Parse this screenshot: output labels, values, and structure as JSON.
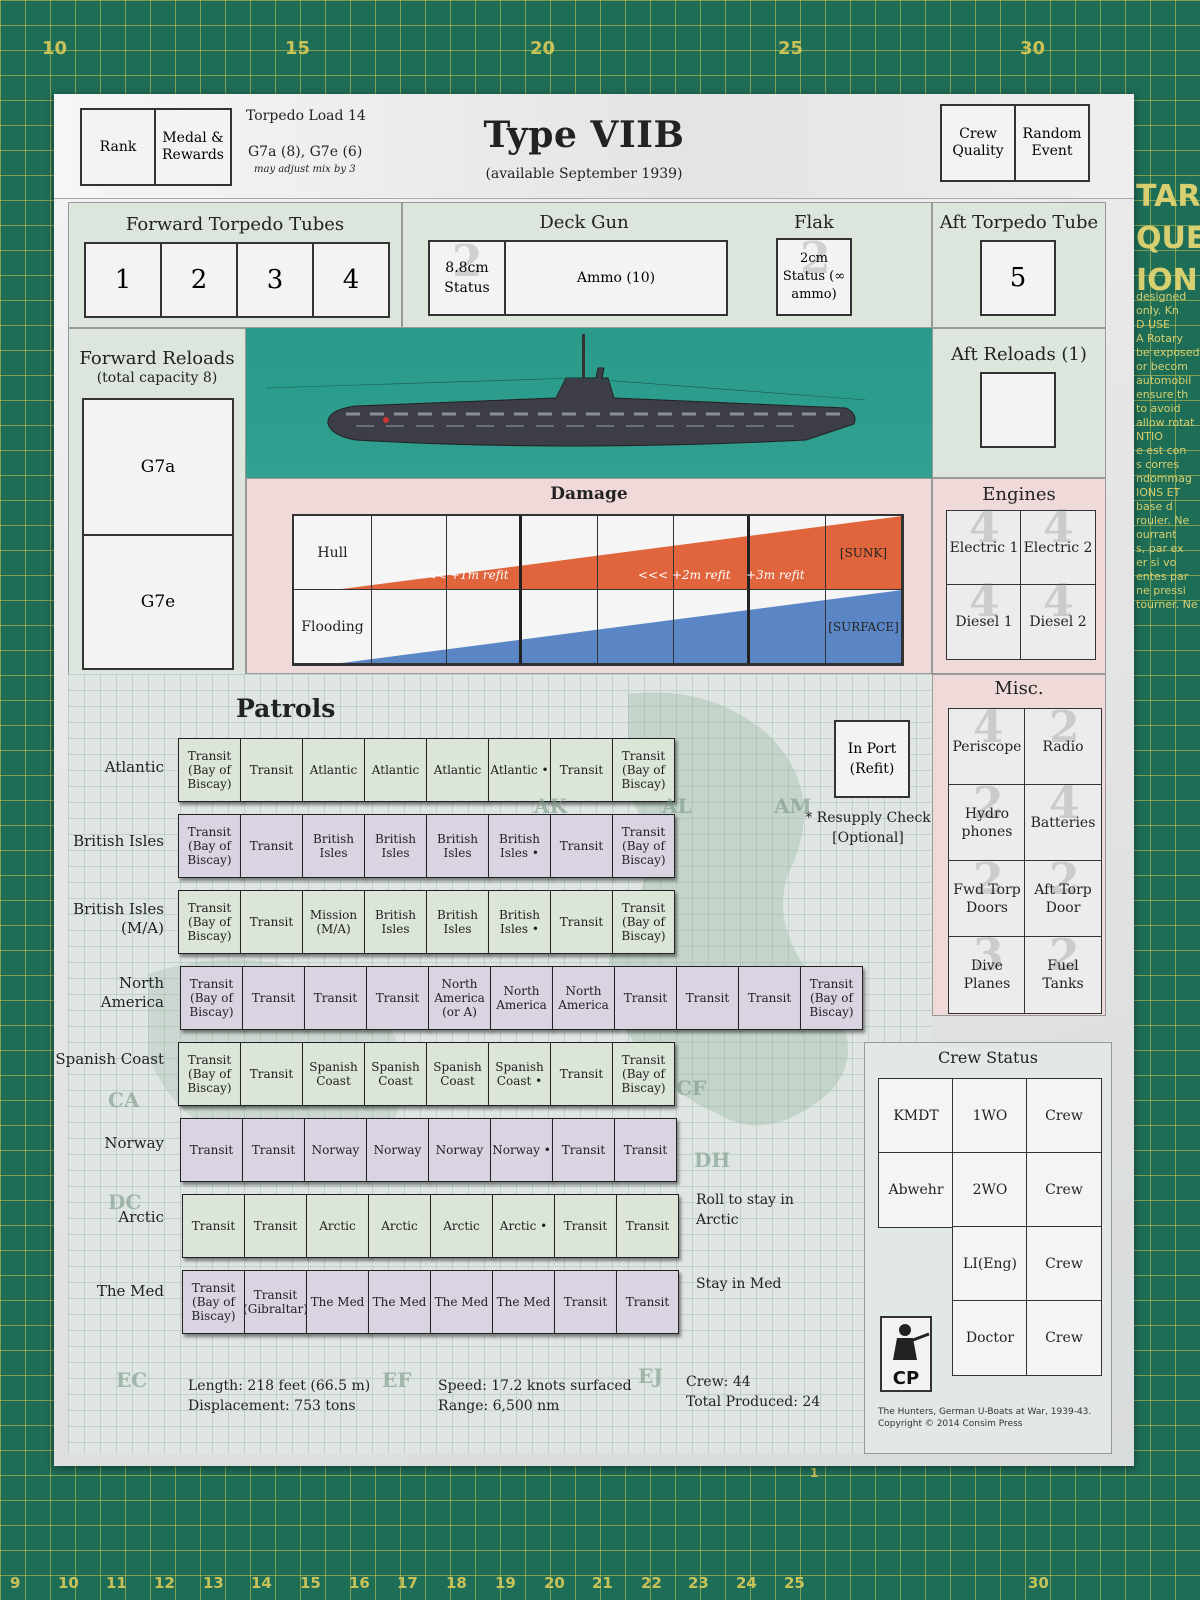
{
  "mat": {
    "top_numbers": [
      "10",
      "15",
      "20",
      "25",
      "30"
    ],
    "bottom_numbers": [
      "9",
      "10",
      "11",
      "12",
      "13",
      "14",
      "15",
      "16",
      "17",
      "18",
      "19",
      "20",
      "21",
      "22",
      "23",
      "24",
      "25",
      "30"
    ],
    "side_text": [
      "TAR",
      "QUE",
      "ION",
      "designed",
      "only. Kn",
      "D USE",
      "A Rotary",
      "be exposed",
      "or becom",
      "automobil",
      "ensure th",
      "to avoid",
      "allow rotat",
      "NTIO",
      "e est con",
      "s corres",
      "ndommag",
      "IONS ET",
      "base d",
      "rouler. Ne",
      "ourrant",
      "s, par ex",
      "er si vo",
      "entes par",
      "ne pressi",
      "tourner. Ne"
    ],
    "bottom_small": "1"
  },
  "header": {
    "rank": "Rank",
    "medal": "Medal & Rewards",
    "torpedo_load": "Torpedo Load 14",
    "torpedo_mix": "G7a (8), G7e (6)",
    "torpedo_note": "may adjust mix by 3",
    "title": "Type VIIB",
    "subtitle": "(available September 1939)",
    "crew_quality": "Crew Quality",
    "random_event": "Random Event"
  },
  "forward_tubes": {
    "title": "Forward Torpedo Tubes",
    "tubes": [
      "1",
      "2",
      "3",
      "4"
    ]
  },
  "deck_gun": {
    "title": "Deck Gun",
    "status": "8.8cm Status",
    "ammo": "Ammo (10)",
    "ghost": "2"
  },
  "flak": {
    "title": "Flak",
    "status": "2cm Status (∞ ammo)",
    "ghost": "2"
  },
  "aft_tube": {
    "title": "Aft Torpedo Tube",
    "tube": "5"
  },
  "forward_reloads": {
    "title": "Forward Reloads",
    "capacity": "(total capacity 8)",
    "g7a": "G7a",
    "g7e": "G7e"
  },
  "aft_reloads": {
    "title": "Aft Reloads (1)"
  },
  "damage": {
    "title": "Damage",
    "hull": "Hull",
    "flooding": "Flooding",
    "sunk": "[SUNK]",
    "surface": "[SURFACE]",
    "refit1": "<<< +1m refit",
    "refit2": "<<< +2m refit",
    "refit3": "+3m refit",
    "colors": {
      "hull": "#e0643c",
      "flood": "#5b86c6"
    }
  },
  "engines": {
    "title": "Engines",
    "items": [
      "Electric 1",
      "Electric 2",
      "Diesel 1",
      "Diesel 2"
    ],
    "ghost": "4"
  },
  "misc": {
    "title": "Misc.",
    "items": [
      "Periscope",
      "Radio",
      "Hydro phones",
      "Batteries",
      "Fwd Torp Doors",
      "Aft Torp Door",
      "Dive Planes",
      "Fuel Tanks"
    ],
    "ghosts": [
      "4",
      "2",
      "2",
      "4",
      "2",
      "2",
      "3",
      "2"
    ]
  },
  "patrols": {
    "title": "Patrols",
    "in_port": "In Port (Refit)",
    "resupply": "* Resupply Check [Optional]",
    "roll_arctic": "Roll to stay in Arctic",
    "stay_med": "Stay in Med",
    "map_labels": [
      "AK",
      "AL",
      "AM",
      "CA",
      "CF",
      "DH",
      "DC",
      "EC",
      "EF",
      "EJ"
    ],
    "rows": [
      {
        "label": "Atlantic",
        "cells": [
          "Transit (Bay of Biscay)",
          "Transit",
          "Atlantic",
          "Atlantic",
          "Atlantic",
          "Atlantic •",
          "Transit",
          "Transit (Bay of Biscay)"
        ],
        "shade": "g"
      },
      {
        "label": "British Isles",
        "cells": [
          "Transit (Bay of Biscay)",
          "Transit",
          "British Isles",
          "British Isles",
          "British Isles",
          "British Isles •",
          "Transit",
          "Transit (Bay of Biscay)"
        ],
        "shade": "p"
      },
      {
        "label": "British Isles (M/A)",
        "cells": [
          "Transit (Bay of Biscay)",
          "Transit",
          "Mission (M/A)",
          "British Isles",
          "British Isles",
          "British Isles •",
          "Transit",
          "Transit (Bay of Biscay)"
        ],
        "shade": "g"
      },
      {
        "label": "North America",
        "cells": [
          "Transit (Bay of Biscay)",
          "Transit",
          "Transit",
          "Transit",
          "North America (or A)",
          "North America",
          "North America",
          "Transit",
          "Transit",
          "Transit",
          "Transit (Bay of Biscay)"
        ],
        "shade": "p"
      },
      {
        "label": "Spanish Coast",
        "cells": [
          "Transit (Bay of Biscay)",
          "Transit",
          "Spanish Coast",
          "Spanish Coast",
          "Spanish Coast",
          "Spanish Coast •",
          "Transit",
          "Transit (Bay of Biscay)"
        ],
        "shade": "g"
      },
      {
        "label": "Norway",
        "cells": [
          "Transit",
          "Transit",
          "Norway",
          "Norway",
          "Norway",
          "Norway •",
          "Transit",
          "Transit"
        ],
        "shade": "p"
      },
      {
        "label": "Arctic",
        "cells": [
          "Transit",
          "Transit",
          "Arctic",
          "Arctic",
          "Arctic",
          "Arctic •",
          "Transit",
          "Transit"
        ],
        "shade": "g"
      },
      {
        "label": "The Med",
        "cells": [
          "Transit (Bay of Biscay)",
          "Transit (Gibraltar)",
          "The Med",
          "The Med",
          "The Med",
          "The Med",
          "Transit",
          "Transit"
        ],
        "shade": "p"
      }
    ]
  },
  "crew_status": {
    "title": "Crew Status",
    "rows": [
      [
        "KMDT",
        "1WO",
        "Crew"
      ],
      [
        "Abwehr",
        "2WO",
        "Crew"
      ],
      [
        "",
        "LI(Eng)",
        "Crew"
      ],
      [
        "",
        "Doctor",
        "Crew"
      ]
    ]
  },
  "specs": {
    "length": "Length: 218 feet (66.5 m)",
    "displacement": "Displacement: 753 tons",
    "speed": "Speed: 17.2 knots surfaced",
    "range": "Range: 6,500 nm",
    "crew": "Crew: 44",
    "produced": "Total Produced: 24"
  },
  "footer": {
    "line1": "The Hunters, German U-Boats at War, 1939-43.",
    "line2": "Copyright © 2014 Consim Press",
    "logo": "CP"
  }
}
